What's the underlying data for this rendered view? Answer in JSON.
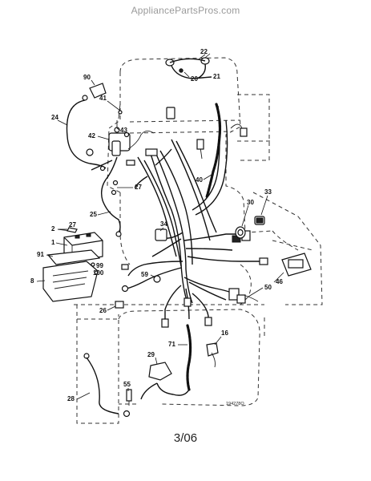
{
  "watermark": "AppliancePartsPros.com",
  "footer": "3/06",
  "reference_code": "194278O",
  "callouts": [
    {
      "id": "22",
      "label": "22"
    },
    {
      "id": "20",
      "label": "20"
    },
    {
      "id": "21",
      "label": "21"
    },
    {
      "id": "90",
      "label": "90"
    },
    {
      "id": "41",
      "label": "41"
    },
    {
      "id": "43",
      "label": "43"
    },
    {
      "id": "24",
      "label": "24"
    },
    {
      "id": "42",
      "label": "42"
    },
    {
      "id": "40",
      "label": "40"
    },
    {
      "id": "27a",
      "label": "27"
    },
    {
      "id": "30",
      "label": "30"
    },
    {
      "id": "33",
      "label": "33"
    },
    {
      "id": "25",
      "label": "25"
    },
    {
      "id": "2",
      "label": "2"
    },
    {
      "id": "27b",
      "label": "27"
    },
    {
      "id": "34",
      "label": "34"
    },
    {
      "id": "1",
      "label": "1"
    },
    {
      "id": "91",
      "label": "91"
    },
    {
      "id": "99",
      "label": "99"
    },
    {
      "id": "100",
      "label": "100"
    },
    {
      "id": "8",
      "label": "8"
    },
    {
      "id": "59",
      "label": "59"
    },
    {
      "id": "46",
      "label": "46"
    },
    {
      "id": "50",
      "label": "50"
    },
    {
      "id": "26",
      "label": "26"
    },
    {
      "id": "16",
      "label": "16"
    },
    {
      "id": "71",
      "label": "71"
    },
    {
      "id": "29",
      "label": "29"
    },
    {
      "id": "55",
      "label": "55"
    },
    {
      "id": "28",
      "label": "28"
    }
  ]
}
